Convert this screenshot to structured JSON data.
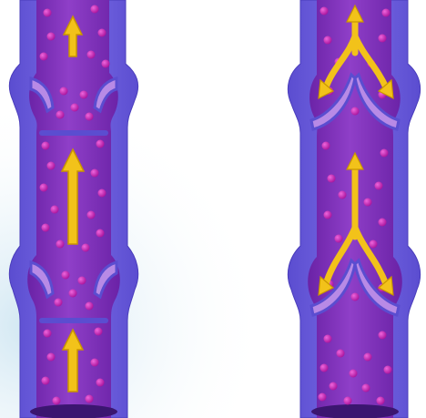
{
  "colors": {
    "background": "#ffffff",
    "background_tint": "#dfeef6",
    "vein_wall": "#6a5cd8",
    "vein_wall_edge": "#4a3dbb",
    "vein_lumen": "#7c2fb4",
    "vein_lumen_light": "#9a4bd0",
    "valve_flap": "#b88ae6",
    "blood_cell": "#c01cae",
    "blood_cell_highlight": "#e860d6",
    "arrow": "#f2c21a",
    "arrow_edge": "#c99500"
  },
  "diagram": {
    "panels": [
      {
        "id": "competent-valves",
        "valve_state": "open",
        "flow_arrows": [
          "up",
          "up",
          "up"
        ]
      },
      {
        "id": "incompetent-valves",
        "valve_state": "backflow",
        "flow_arrows": [
          "up-split-backflow",
          "up-split-backflow"
        ]
      }
    ]
  }
}
